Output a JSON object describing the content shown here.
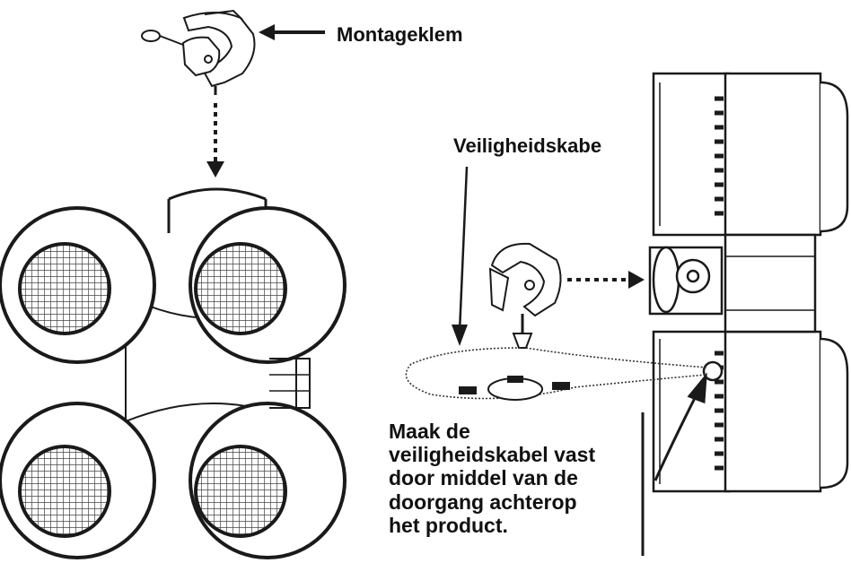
{
  "labels": {
    "mounting_clamp": "Montageklem",
    "safety_cable": "Veiligheidskabe",
    "instruction_lines": [
      "Maak de",
      "veiligheidskabel vast",
      "door middel van de",
      "doorgang achterop",
      "het product."
    ]
  },
  "colors": {
    "line": "#1a1a1a",
    "background": "#ffffff",
    "grille": "#555555"
  }
}
